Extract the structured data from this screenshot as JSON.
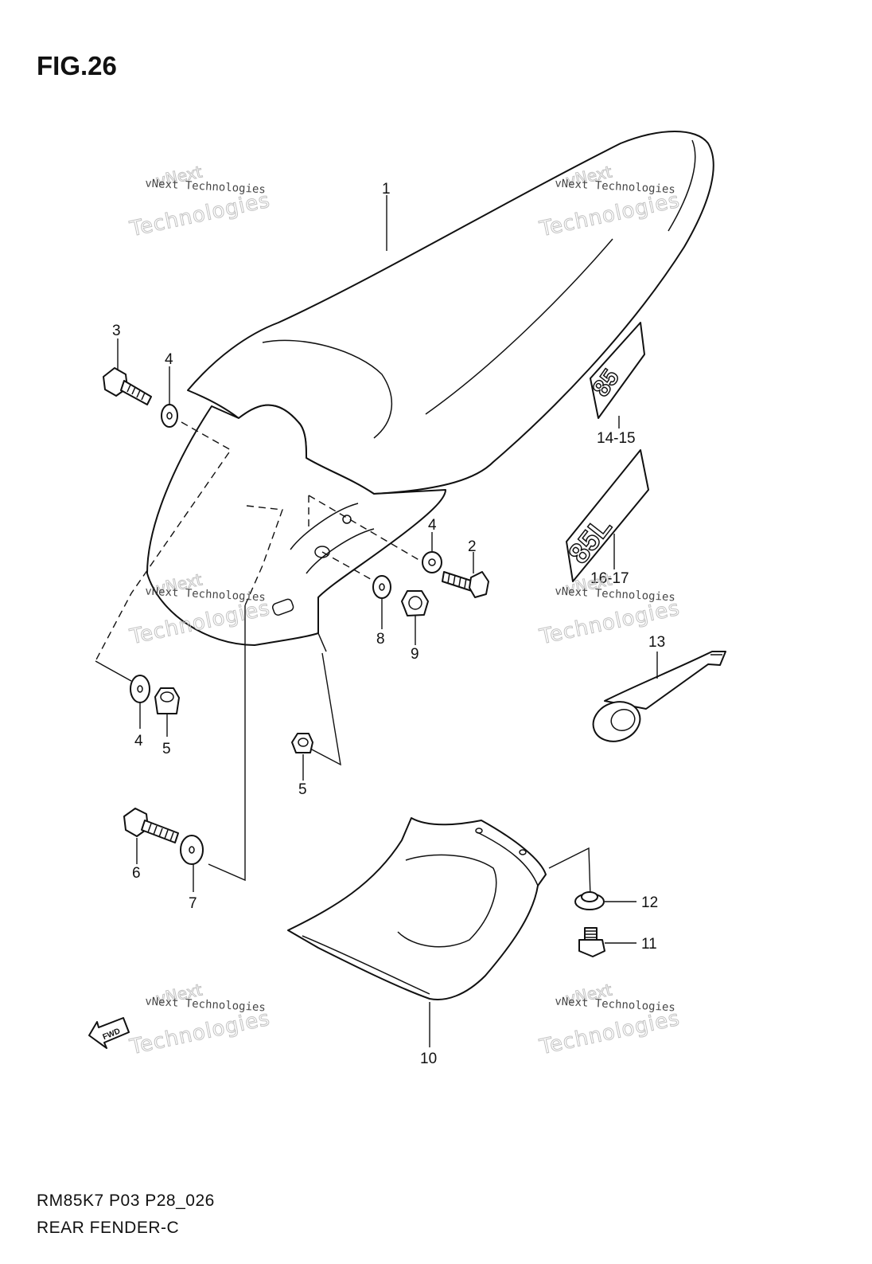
{
  "figure": {
    "title": "FIG.26",
    "model_code": "RM85K7 P03 P28_026",
    "section_name": "REAR FENDER-C"
  },
  "callouts": [
    {
      "id": "c1",
      "label": "1"
    },
    {
      "id": "c2",
      "label": "2"
    },
    {
      "id": "c3",
      "label": "3"
    },
    {
      "id": "c4a",
      "label": "4"
    },
    {
      "id": "c4b",
      "label": "4"
    },
    {
      "id": "c4c",
      "label": "4"
    },
    {
      "id": "c5a",
      "label": "5"
    },
    {
      "id": "c5b",
      "label": "5"
    },
    {
      "id": "c6",
      "label": "6"
    },
    {
      "id": "c7",
      "label": "7"
    },
    {
      "id": "c8",
      "label": "8"
    },
    {
      "id": "c9",
      "label": "9"
    },
    {
      "id": "c10",
      "label": "10"
    },
    {
      "id": "c11",
      "label": "11"
    },
    {
      "id": "c12",
      "label": "12"
    },
    {
      "id": "c13",
      "label": "13"
    },
    {
      "id": "c1415",
      "label": "14-15"
    },
    {
      "id": "c1617",
      "label": "16-17"
    }
  ],
  "emblems": {
    "small": "85",
    "large": "85L"
  },
  "direction_arrow": {
    "label": "FWD"
  },
  "watermark": {
    "line": "vNext Technologies",
    "upper": "vNext",
    "lower": "Technologies"
  }
}
